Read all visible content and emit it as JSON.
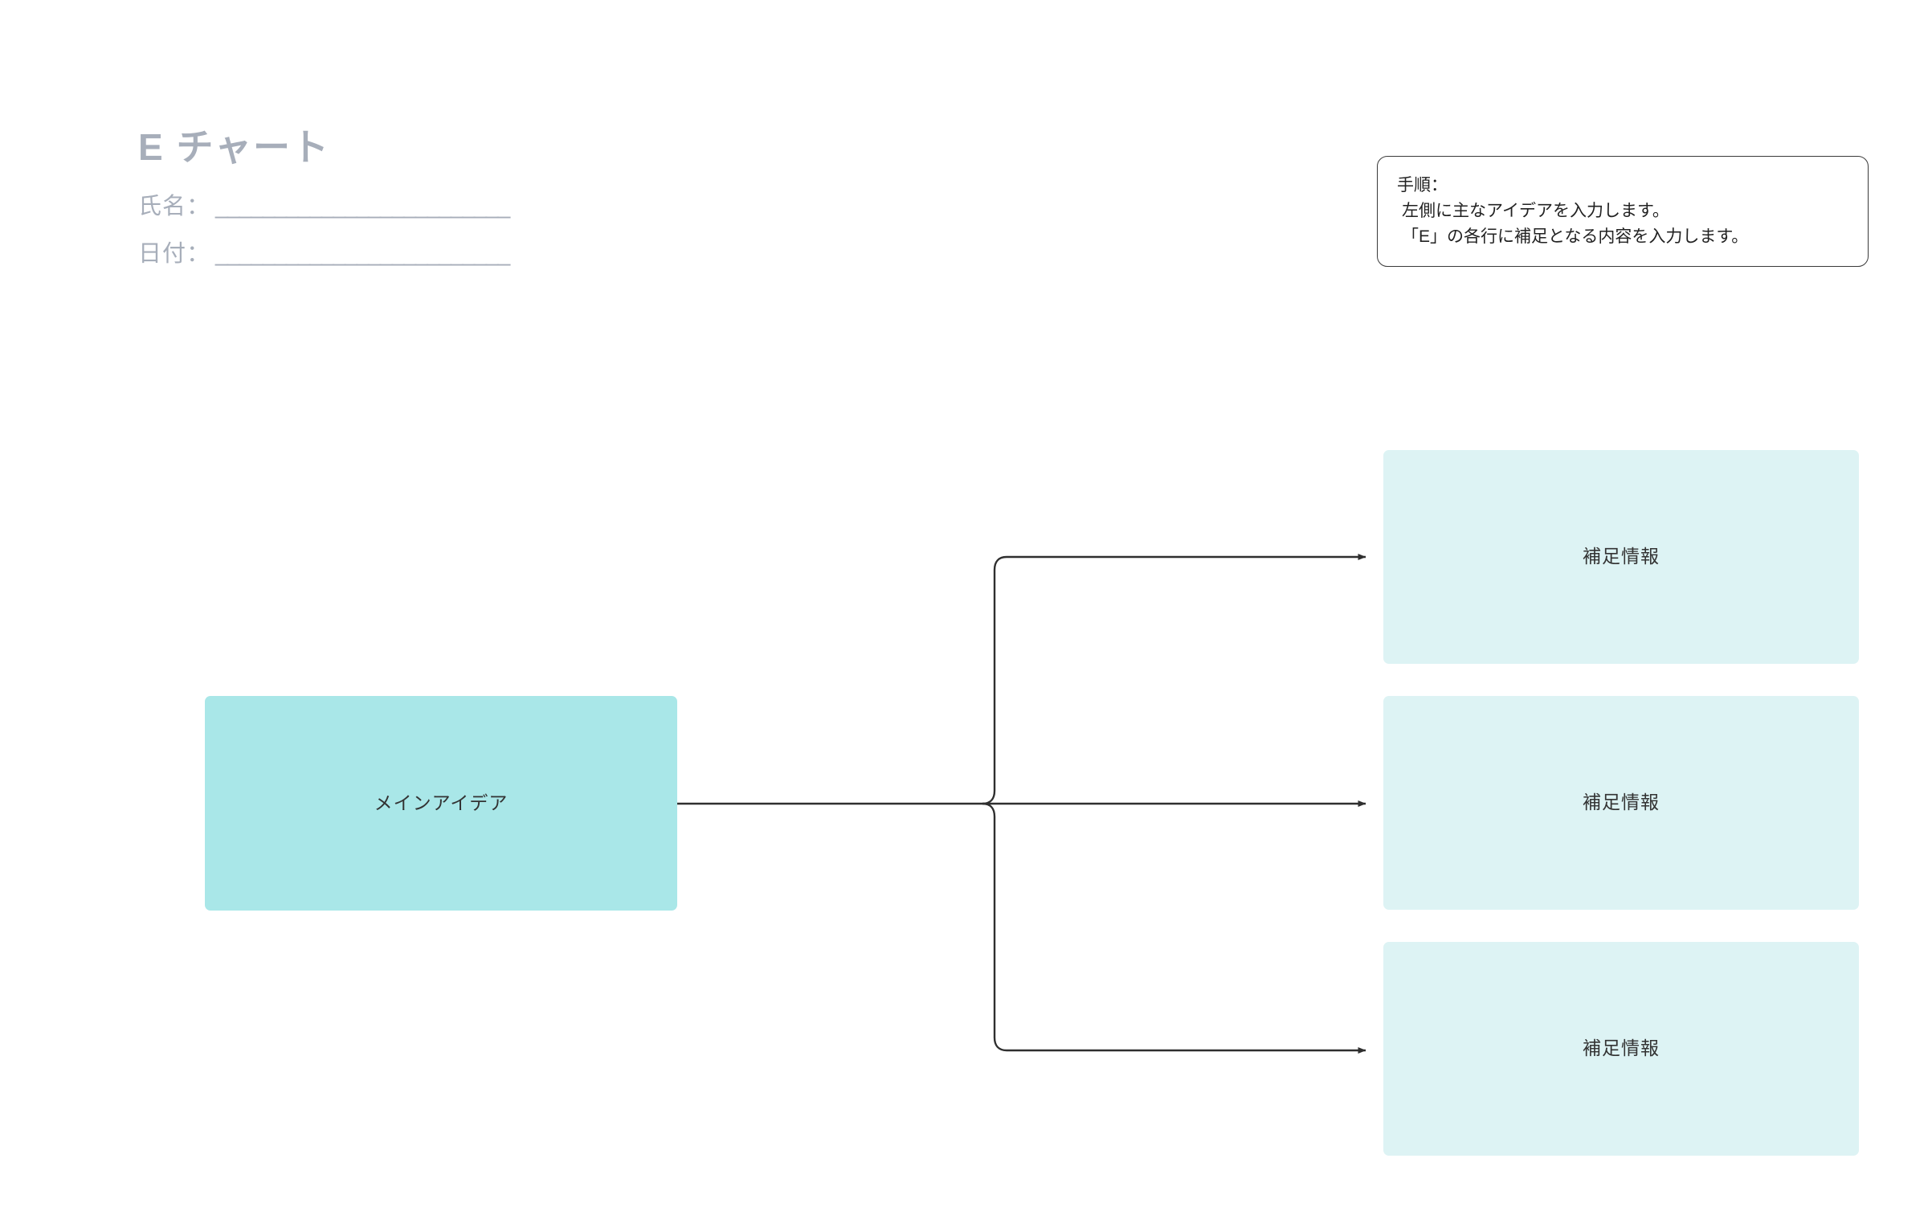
{
  "page": {
    "title": "E チャート",
    "background_color": "#ffffff",
    "title_color": "#a7aeba"
  },
  "form": {
    "fields": [
      {
        "label": "氏名：",
        "line": "_________________________",
        "value": ""
      },
      {
        "label": "日付：",
        "line": "_________________________",
        "value": ""
      }
    ]
  },
  "instructions": {
    "heading": "手順：",
    "lines": [
      "左側に主なアイデアを入力します。",
      "「E」の各行に補足となる内容を入力します。"
    ],
    "border_color": "#3a3a3a"
  },
  "chart_data": {
    "type": "diagram",
    "title": "E チャート",
    "layout": "left-root-with-three-right-branches",
    "nodes": {
      "main": {
        "label": "メインアイデア",
        "color": "#a9e7e8",
        "role": "root"
      },
      "details": [
        {
          "label": "補足情報",
          "color": "#ddf3f4",
          "role": "branch"
        },
        {
          "label": "補足情報",
          "color": "#ddf3f4",
          "role": "branch"
        },
        {
          "label": "補足情報",
          "color": "#ddf3f4",
          "role": "branch"
        }
      ]
    },
    "edges": [
      {
        "from": "main",
        "to": "details.0",
        "style": "elbow-arrow"
      },
      {
        "from": "main",
        "to": "details.1",
        "style": "straight-arrow"
      },
      {
        "from": "main",
        "to": "details.2",
        "style": "elbow-arrow"
      }
    ],
    "connector_color": "#2f2f2f"
  }
}
